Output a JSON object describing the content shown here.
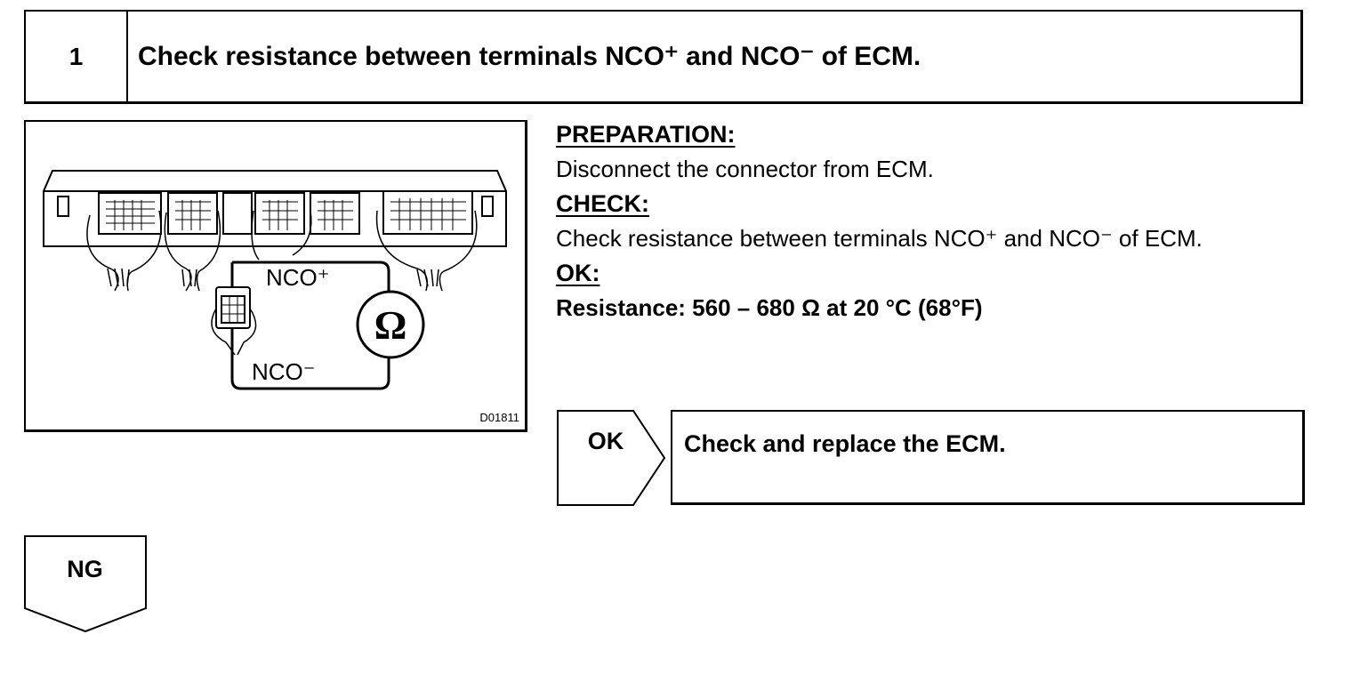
{
  "step": {
    "number": "1",
    "title": "Check resistance between terminals NCO⁺ and NCO⁻ of ECM."
  },
  "figure": {
    "label_nco_plus": "NCO⁺",
    "label_nco_minus": "NCO⁻",
    "ohm_symbol": "Ω",
    "figure_id": "D01811"
  },
  "info": {
    "preparation_heading": "PREPARATION:",
    "preparation_text": "Disconnect the connector from ECM.",
    "check_heading": "CHECK:",
    "check_text": "Check resistance between terminals NCO⁺ and NCO⁻ of ECM.",
    "ok_heading": "OK:",
    "ok_text": "Resistance: 560 – 680 Ω at 20 °C (68°F)"
  },
  "ok_branch": {
    "tag": "OK",
    "result": "Check and replace the ECM."
  },
  "ng_branch": {
    "tag": "NG"
  }
}
